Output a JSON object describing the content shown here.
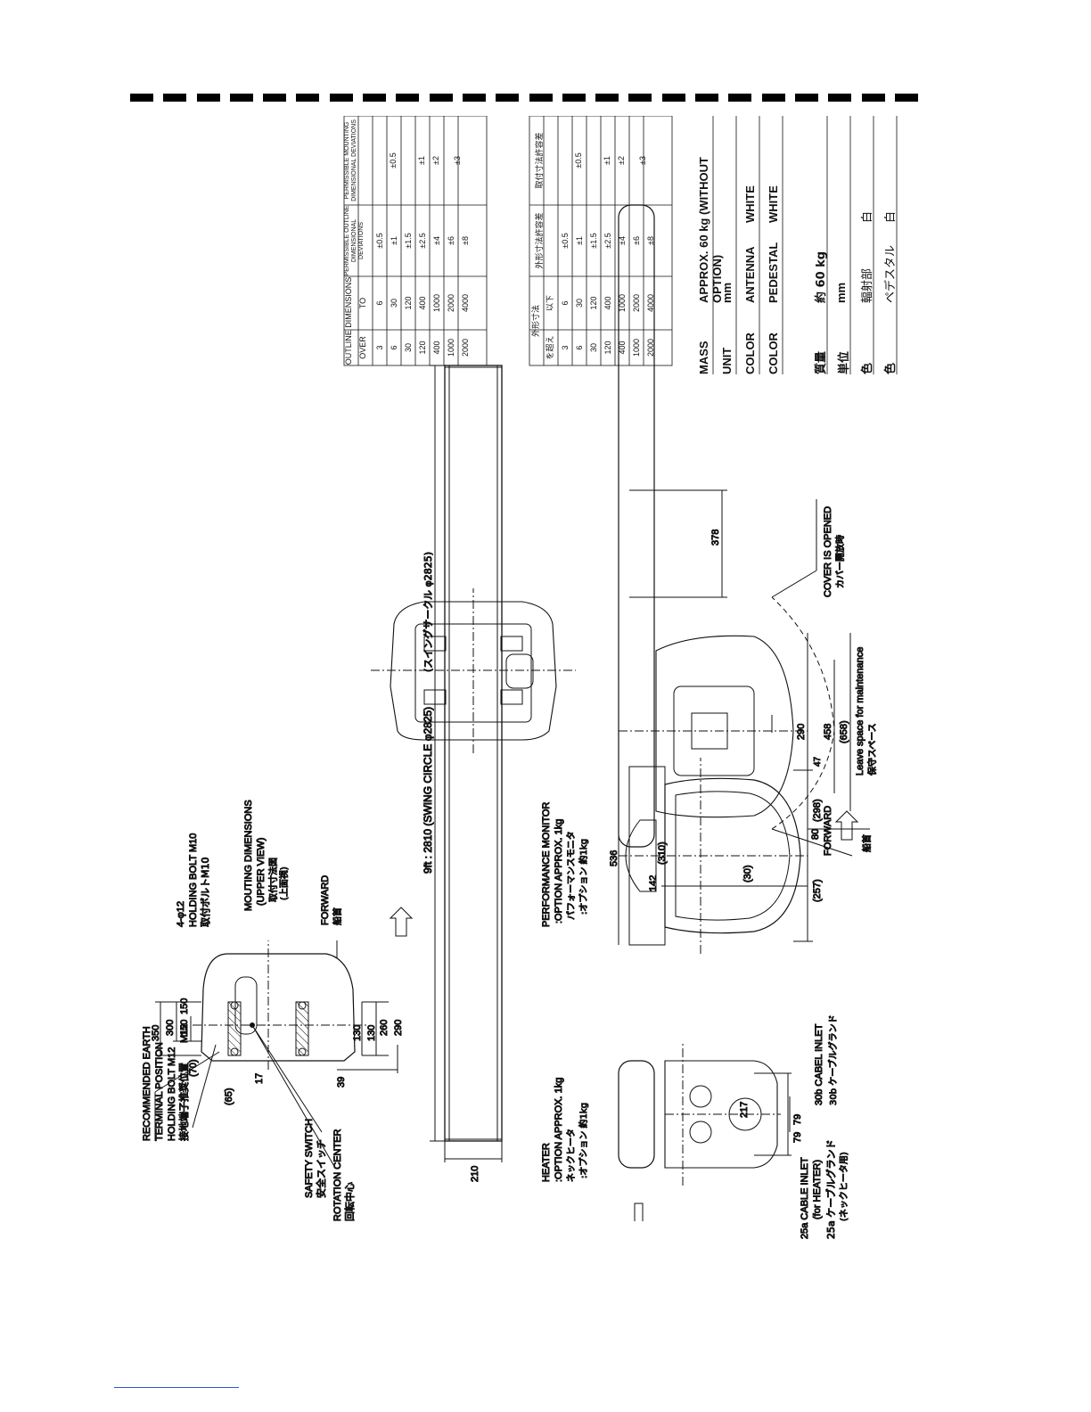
{
  "labels": {
    "earth_title_1": "RECOMMENDED EARTH",
    "earth_title_2": "TERMINAL POSITION",
    "holding_bolt_m12": "HOLDING BOLT M12",
    "earth_jp": "接地端子推奨位置",
    "m12_jp": "M12",
    "safety_switch": "SAFETY SWITCH",
    "safety_switch_jp": "安全スイッチ",
    "rotation_center": "ROTATION CENTER",
    "rotation_center_jp": "回転中心",
    "hole_spec": "4-φ12",
    "holding_bolt_m10": "HOLDING BOLT M10",
    "holding_bolt_m10_jp": "取付ボルトM10",
    "mounting_dims": "MOUTING DIMENSIONS",
    "upper_view": "(UPPER VIEW)",
    "mounting_jp_1": "取付寸法図",
    "mounting_jp_2": "(上面視)",
    "forward": "FORWARD",
    "forward_jp": "船首",
    "swing_circle": "9ft : 2810 (SWING CIRCLE φ2825)",
    "swing_circle_jp": "(スイングサークル φ2825)",
    "perf_monitor_1": "PERFORMANCE MONITOR",
    "perf_monitor_2": ":OPTION APPROX. 1kg",
    "perf_monitor_jp_1": "パフォーマンスモニタ",
    "perf_monitor_jp_2": ":オプション 約1kg",
    "heater_1": "HEATER",
    "heater_2": ":OPTION APPROX. 1kg",
    "heater_jp_1": "ネックヒータ",
    "heater_jp_2": ":オプション 約1kg",
    "cable_25a": "25a CABLE INLET",
    "cable_25a_sub": "(for HEATER)",
    "cable_25a_jp": "25a ケーブルグランド",
    "cable_25a_jp_sub": "(ネックヒータ用)",
    "cable_30b": "30b CABEL INLET",
    "cable_30b_jp": "30b ケーブルグランド",
    "cover_opened": "COVER IS OPENED",
    "cover_opened_jp": "カバー開放時",
    "maintenance": "Leave space for maintenance",
    "maintenance_jp": "保守スペース"
  },
  "dimensions": {
    "d350": "350",
    "d300": "300",
    "d150a": "150",
    "d150b": "150",
    "d70": "(70)",
    "d65": "(65)",
    "d17": "17",
    "d39": "39",
    "d290": "290",
    "d260": "260",
    "d130a": "130",
    "d130b": "130",
    "d210": "210",
    "d536": "536",
    "d257": "(257)",
    "d298": "(298)",
    "d47": "47",
    "d217": "217",
    "d79a": "79",
    "d79b": "79",
    "d142": "142",
    "d310": "(310)",
    "d30": "(30)",
    "d80": "80",
    "d290b": "290",
    "d458": "458",
    "d658": "(658)",
    "d378": "378"
  },
  "tolerance_en": {
    "h_outline": "OUTLINE DIMENSIONS",
    "h_over": "OVER",
    "h_to": "TO",
    "h_outline_dev": "PERMISSIBLE OUTLINE DIMENSIONAL DEVIATIONS",
    "h_mount_dev": "PERMISSIBLE MOUNTING DIMENSIONAL DEVIATIONS",
    "rows": [
      {
        "over": "3",
        "to": "6",
        "outline": "±0.5"
      },
      {
        "over": "6",
        "to": "30",
        "outline": "±1"
      },
      {
        "over": "30",
        "to": "120",
        "outline": "±1.5"
      },
      {
        "over": "120",
        "to": "400",
        "outline": "±2.5"
      },
      {
        "over": "400",
        "to": "1000",
        "outline": "±4"
      },
      {
        "over": "1000",
        "to": "2000",
        "outline": "±6"
      },
      {
        "over": "2000",
        "to": "4000",
        "outline": "±8"
      }
    ],
    "mount": [
      "±0.5",
      "±1",
      "±2",
      "±3"
    ]
  },
  "tolerance_jp": {
    "h_outline": "外形寸法",
    "h_over": "を超え",
    "h_to": "以下",
    "h_outline_dev": "外形寸法許容差",
    "h_mount_dev": "取付寸法許容差",
    "rows": [
      {
        "over": "3",
        "to": "6",
        "outline": "±0.5"
      },
      {
        "over": "6",
        "to": "30",
        "outline": "±1"
      },
      {
        "over": "30",
        "to": "120",
        "outline": "±1.5"
      },
      {
        "over": "120",
        "to": "400",
        "outline": "±2.5"
      },
      {
        "over": "400",
        "to": "1000",
        "outline": "±4"
      },
      {
        "over": "1000",
        "to": "2000",
        "outline": "±6"
      },
      {
        "over": "2000",
        "to": "4000",
        "outline": "±8"
      }
    ],
    "mount": [
      "±0.5",
      "±1",
      "±2",
      "±3"
    ]
  },
  "specs": {
    "mass_label": "MASS",
    "mass_value": "APPROX.  60 kg (WITHOUT OPTION)",
    "unit_label": "UNIT",
    "unit_value": "mm",
    "color1_label": "COLOR",
    "color1_part": "ANTENNA",
    "color1_value": "WHITE",
    "color2_label": "COLOR",
    "color2_part": "PEDESTAL",
    "color2_value": "WHITE",
    "mass_jp_label": "質量",
    "mass_jp_value": "約 60 kg",
    "unit_jp_label": "単位",
    "unit_jp_value": "mm",
    "color1_jp_label": "色",
    "color1_jp_part": "輻射部",
    "color1_jp_value": "白",
    "color2_jp_label": "色",
    "color2_jp_part": "ペデスタル",
    "color2_jp_value": "白"
  }
}
